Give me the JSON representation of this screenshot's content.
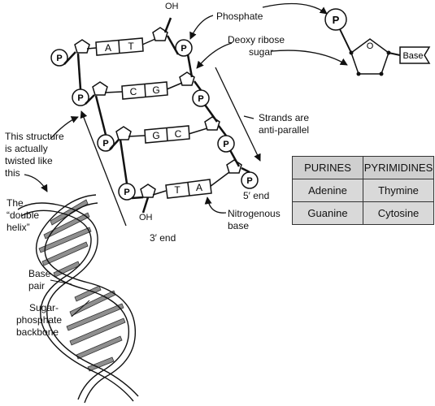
{
  "labels": {
    "phosphate": "Phosphate",
    "deoxy_line1": "Deoxy ribose",
    "deoxy_line2": "sugar",
    "strands_line1": "Strands are",
    "strands_line2": "anti-parallel",
    "twisted_line1": "This structure",
    "twisted_line2": "is actually",
    "twisted_line3": "twisted like",
    "twisted_line4": "this",
    "helix_line1": "The",
    "helix_line2": "“double",
    "helix_line3": "helix”",
    "basepair_line1": "Base",
    "basepair_line2": "pair",
    "backbone_line1": "Sugar-",
    "backbone_line2": "phosphate",
    "backbone_line3": "backbone",
    "nitro_line1": "Nitrogenous",
    "nitro_line2": "base",
    "three_end": "3′ end",
    "five_end": "5′ end",
    "oh_top": "OH",
    "oh_bottom": "OH",
    "phosphate_symbol": "P",
    "base_box": "Base",
    "sugar_oxygen": "O"
  },
  "base_pairs": [
    {
      "left": "A",
      "right": "T"
    },
    {
      "left": "C",
      "right": "G"
    },
    {
      "left": "G",
      "right": "C"
    },
    {
      "left": "T",
      "right": "A"
    }
  ],
  "table": {
    "headers": [
      "PURINES",
      "PYRIMIDINES"
    ],
    "rows": [
      [
        "Adenine",
        "Thymine"
      ],
      [
        "Guanine",
        "Cytosine"
      ]
    ]
  }
}
